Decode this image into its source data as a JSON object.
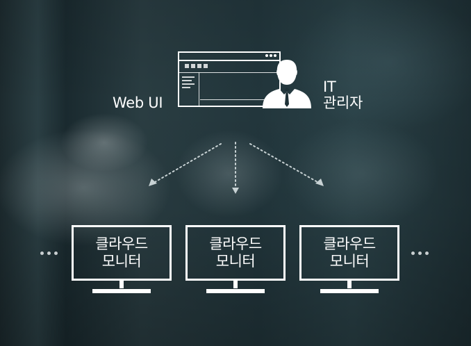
{
  "labels": {
    "web_ui": "Web UI",
    "it": "IT",
    "admin": "관리자"
  },
  "monitors": [
    {
      "line1": "클라우드",
      "line2": "모니터"
    },
    {
      "line1": "클라우드",
      "line2": "모니터"
    },
    {
      "line1": "클라우드",
      "line2": "모니터"
    }
  ],
  "colors": {
    "foreground": "#ffffff",
    "arrow": "#c8d2d4",
    "background": "#1f3238"
  }
}
